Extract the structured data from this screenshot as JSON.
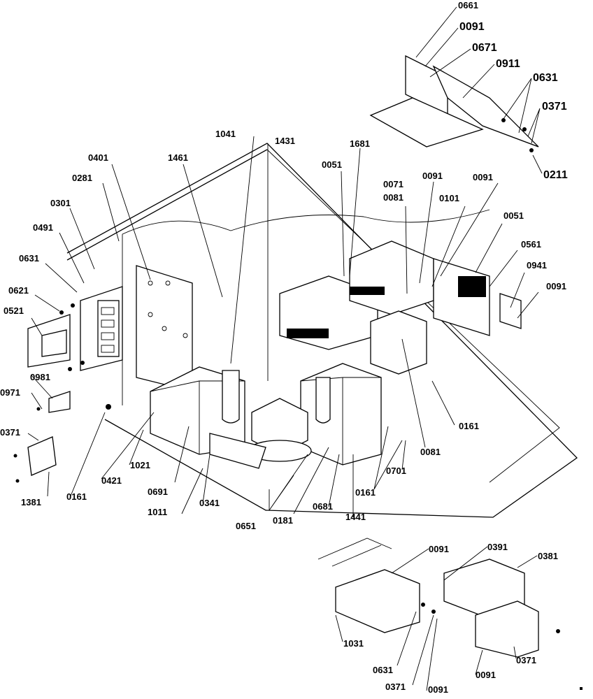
{
  "labels": {
    "l0661a": "0661",
    "l0091a": "0091",
    "l0671": "0671",
    "l0911": "0911",
    "l0631a": "0631",
    "l0371a": "0371",
    "l0211": "0211",
    "l1041": "1041",
    "l1431": "1431",
    "l1681": "1681",
    "l0051a": "0051",
    "l1461": "1461",
    "l0401": "0401",
    "l0281": "0281",
    "l0301": "0301",
    "l0491": "0491",
    "l0631b": "0631",
    "l0621": "0621",
    "l0521": "0521",
    "l0071": "0071",
    "l0081a": "0081",
    "l0091b": "0091",
    "l0091c": "0091",
    "l0101": "0101",
    "l0051b": "0051",
    "l0561": "0561",
    "l0941": "0941",
    "l0091d": "0091",
    "l0981": "0981",
    "l0971": "0971",
    "l0371b": "0371",
    "l1381": "1381",
    "l0161a": "0161",
    "l0421": "0421",
    "l1021": "1021",
    "l0691": "0691",
    "l1011": "1011",
    "l0341": "0341",
    "l0651": "0651",
    "l0181": "0181",
    "l0681": "0681",
    "l1441": "1441",
    "l0161b": "0161",
    "l0701": "0701",
    "l0081b": "0081",
    "l0161c": "0161",
    "l0091e": "0091",
    "l0391": "0391",
    "l0381": "0381",
    "l1031": "1031",
    "l0631c": "0631",
    "l0371c": "0371",
    "l0091f": "0091",
    "l0091g": "0091",
    "l0371d": "0371"
  }
}
